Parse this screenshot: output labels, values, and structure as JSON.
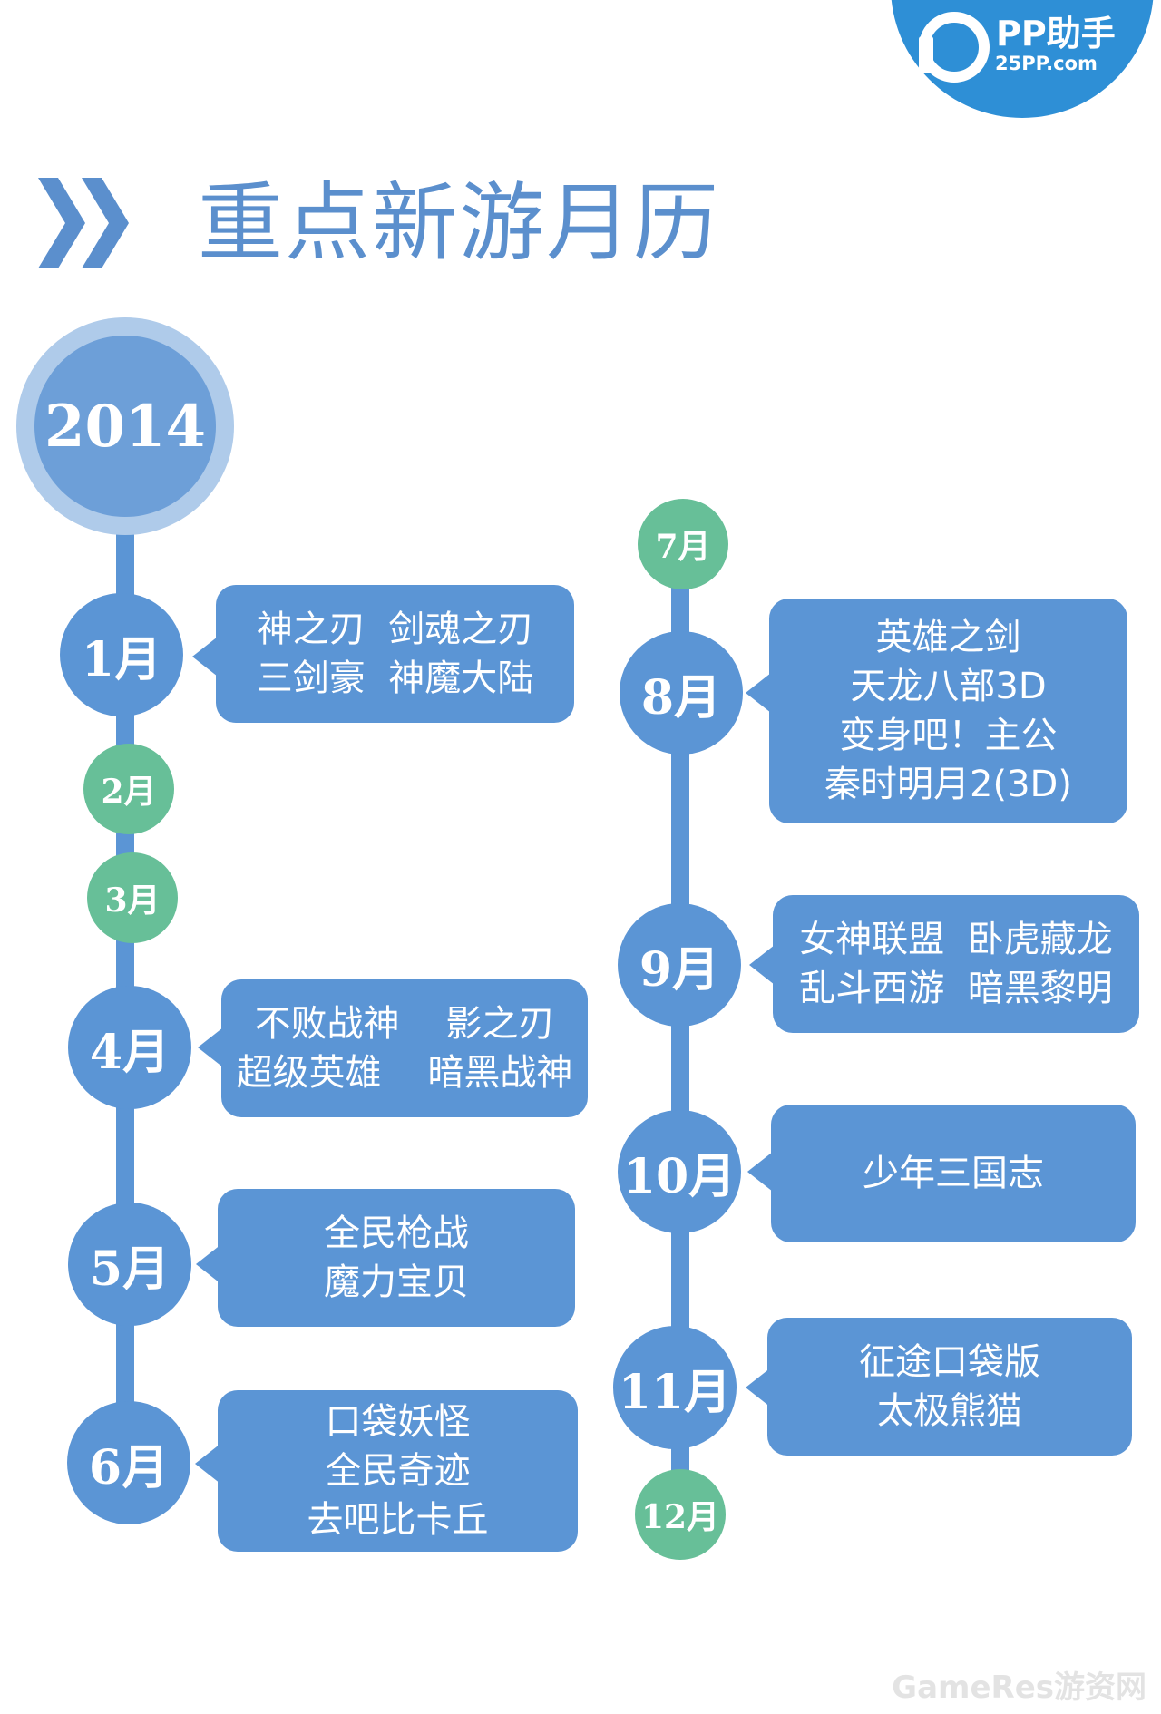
{
  "logo": {
    "name": "PP助手",
    "domain": "25PP.com"
  },
  "title": "重点新游月历",
  "year": "2014",
  "months": {
    "m1": "1月",
    "m2": "2月",
    "m3": "3月",
    "m4": "4月",
    "m5": "5月",
    "m6": "6月",
    "m7": "7月",
    "m8": "8月",
    "m9": "9月",
    "m10": "10月",
    "m11": "11月",
    "m12": "12月"
  },
  "games": {
    "m1": [
      "神之刃  剑魂之刃",
      "三剑豪  神魔大陆"
    ],
    "m4": [
      "不败战神    影之刃",
      "超级英雄    暗黑战神"
    ],
    "m5": [
      "全民枪战",
      "魔力宝贝"
    ],
    "m6": [
      "口袋妖怪",
      "全民奇迹",
      "去吧比卡丘"
    ],
    "m8": [
      "英雄之剑",
      "天龙八部3D",
      "变身吧！主公",
      "秦时明月2(3D)"
    ],
    "m9": [
      "女神联盟  卧虎藏龙",
      "乱斗西游  暗黑黎明"
    ],
    "m10": [
      "少年三国志"
    ],
    "m11": [
      "征途口袋版",
      "太极熊猫"
    ]
  },
  "watermark": "GameRes游资网",
  "colors": {
    "blue": "#5b95d5",
    "green": "#67bf98",
    "logo_blue": "#2e8fd6",
    "title": "#5b8fcd"
  }
}
